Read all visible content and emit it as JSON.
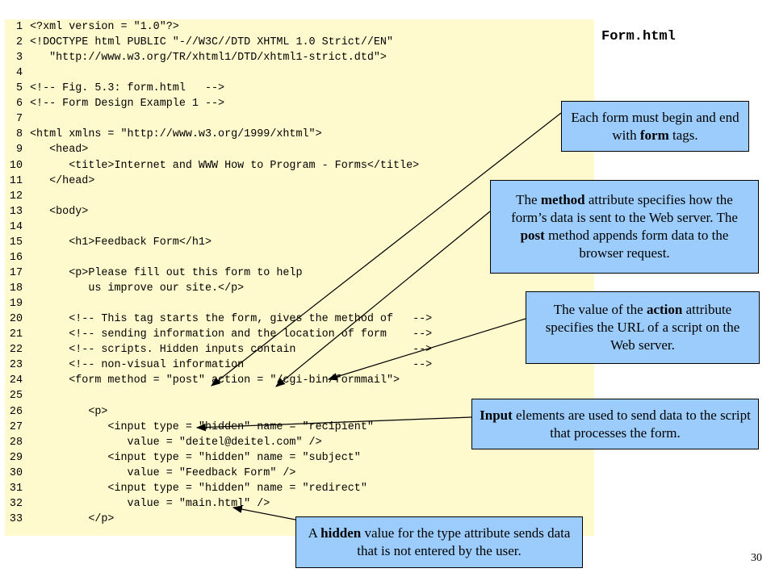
{
  "file_title": "Form.html",
  "page_number": "30",
  "code_lines": [
    {
      "n": "1",
      "t": "<?xml version = \"1.0\"?>"
    },
    {
      "n": "2",
      "t": "<!DOCTYPE html PUBLIC \"-//W3C//DTD XHTML 1.0 Strict//EN\""
    },
    {
      "n": "3",
      "t": "   \"http://www.w3.org/TR/xhtml1/DTD/xhtml1-strict.dtd\">"
    },
    {
      "n": "4",
      "t": ""
    },
    {
      "n": "5",
      "t": "<!-- Fig. 5.3: form.html   -->"
    },
    {
      "n": "6",
      "t": "<!-- Form Design Example 1 -->"
    },
    {
      "n": "7",
      "t": ""
    },
    {
      "n": "8",
      "t": "<html xmlns = \"http://www.w3.org/1999/xhtml\">"
    },
    {
      "n": "9",
      "t": "   <head>"
    },
    {
      "n": "10",
      "t": "      <title>Internet and WWW How to Program - Forms</title>"
    },
    {
      "n": "11",
      "t": "   </head>"
    },
    {
      "n": "12",
      "t": ""
    },
    {
      "n": "13",
      "t": "   <body>"
    },
    {
      "n": "14",
      "t": ""
    },
    {
      "n": "15",
      "t": "      <h1>Feedback Form</h1>"
    },
    {
      "n": "16",
      "t": ""
    },
    {
      "n": "17",
      "t": "      <p>Please fill out this form to help"
    },
    {
      "n": "18",
      "t": "         us improve our site.</p>"
    },
    {
      "n": "19",
      "t": ""
    },
    {
      "n": "20",
      "t": "      <!-- This tag starts the form, gives the method of   -->"
    },
    {
      "n": "21",
      "t": "      <!-- sending information and the location of form    -->"
    },
    {
      "n": "22",
      "t": "      <!-- scripts. Hidden inputs contain                  -->"
    },
    {
      "n": "23",
      "t": "      <!-- non-visual information                          -->"
    },
    {
      "n": "24",
      "t": "      <form method = \"post\" action = \"/cgi-bin/formmail\">"
    },
    {
      "n": "25",
      "t": ""
    },
    {
      "n": "26",
      "t": "         <p>"
    },
    {
      "n": "27",
      "t": "            <input type = \"hidden\" name = \"recipient\""
    },
    {
      "n": "28",
      "t": "               value = \"deitel@deitel.com\" />"
    },
    {
      "n": "29",
      "t": "            <input type = \"hidden\" name = \"subject\""
    },
    {
      "n": "30",
      "t": "               value = \"Feedback Form\" />"
    },
    {
      "n": "31",
      "t": "            <input type = \"hidden\" name = \"redirect\""
    },
    {
      "n": "32",
      "t": "               value = \"main.html\" />"
    },
    {
      "n": "33",
      "t": "         </p>"
    }
  ],
  "callouts": {
    "form_tags": {
      "a": "Each form must begin and end with ",
      "b": "form",
      "c": " tags."
    },
    "method": {
      "a": "The ",
      "b": "method",
      "c": " attribute specifies how the form’s data is sent to the Web server. The ",
      "d": "post",
      "e": " method appends form data to the browser request."
    },
    "action": {
      "a": "The value of the ",
      "b": "action",
      "c": " attribute specifies the URL of a script on the Web server."
    },
    "input": {
      "b": "Input",
      "c": " elements are used to send data to the script that processes the form."
    },
    "hidden": {
      "a": "A ",
      "b": "hidden",
      "c": " value for the type attribute sends data that is not entered by the user."
    }
  }
}
